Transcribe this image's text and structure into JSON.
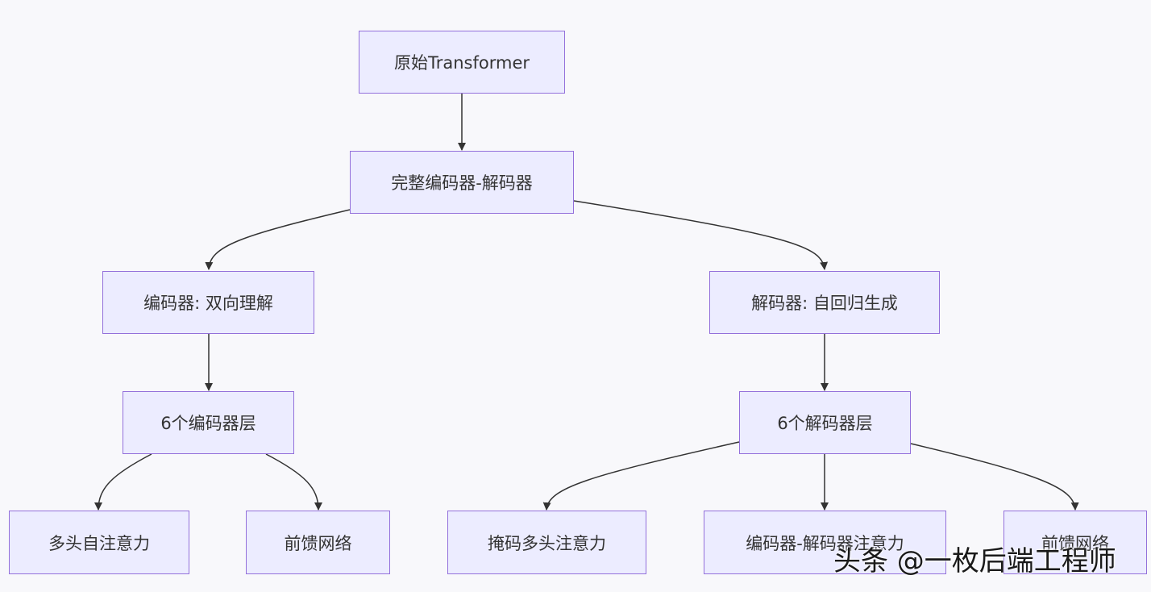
{
  "diagram": {
    "nodes": {
      "root": "原始Transformer",
      "full": "完整编码器-解码器",
      "encoder": "编码器: 双向理解",
      "decoder": "解码器: 自回归生成",
      "enc_layers": "6个编码器层",
      "dec_layers": "6个解码器层",
      "enc_attn": "多头自注意力",
      "enc_ffn": "前馈网络",
      "dec_masked": "掩码多头注意力",
      "dec_cross": "编码器-解码器注意力",
      "dec_ffn": "前馈网络"
    },
    "edges": [
      [
        "root",
        "full"
      ],
      [
        "full",
        "encoder"
      ],
      [
        "full",
        "decoder"
      ],
      [
        "encoder",
        "enc_layers"
      ],
      [
        "decoder",
        "dec_layers"
      ],
      [
        "enc_layers",
        "enc_attn"
      ],
      [
        "enc_layers",
        "enc_ffn"
      ],
      [
        "dec_layers",
        "dec_masked"
      ],
      [
        "dec_layers",
        "dec_cross"
      ],
      [
        "dec_layers",
        "dec_ffn"
      ]
    ],
    "colors": {
      "node_fill": "#ececff",
      "node_border": "#9370db",
      "edge": "#333333",
      "text": "#333333"
    }
  },
  "watermark": "头条 @一枚后端工程师"
}
